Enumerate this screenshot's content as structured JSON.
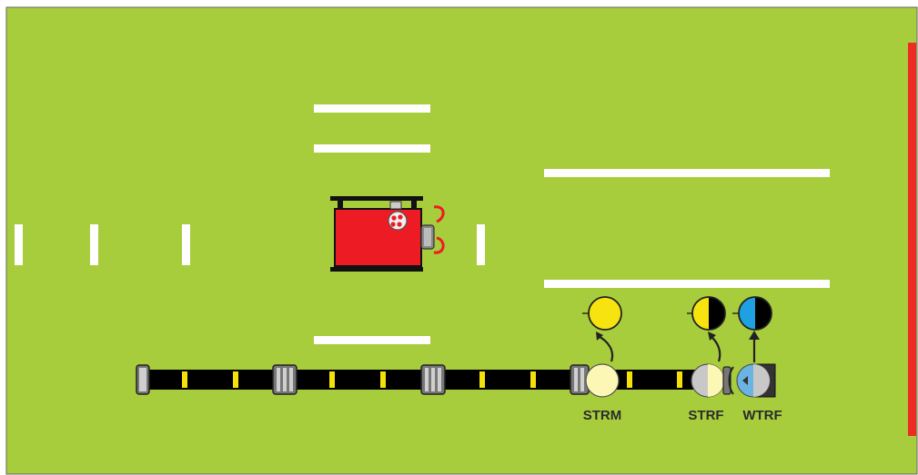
{
  "diagram": {
    "background_color": "#a8cd3c",
    "line_color": "#ffffff",
    "wall_color": "#ee2a24",
    "hose_color": "#000000",
    "hose_mark_color": "#f5e10a",
    "truck": {
      "color": "#ed1c24",
      "icon": "fire-pump-truck-icon"
    },
    "hose_line": {
      "icon": "fire-hose-icon",
      "couplings": 4
    },
    "appliances": [
      {
        "label": "STRM",
        "body_color": "#fdf7b5",
        "indicator": "solid-yellow",
        "indicator_colors": [
          "#f7e30e"
        ]
      },
      {
        "label": "STRF",
        "body_color": "#c8c8c8",
        "indicator": "half-yellow-half-black",
        "indicator_colors": [
          "#f7e30e",
          "#000000"
        ]
      },
      {
        "label": "WTRF",
        "body_color": "#6ab3e3",
        "indicator": "half-blue-half-black",
        "indicator_colors": [
          "#1fa0e0",
          "#000000"
        ]
      }
    ]
  }
}
